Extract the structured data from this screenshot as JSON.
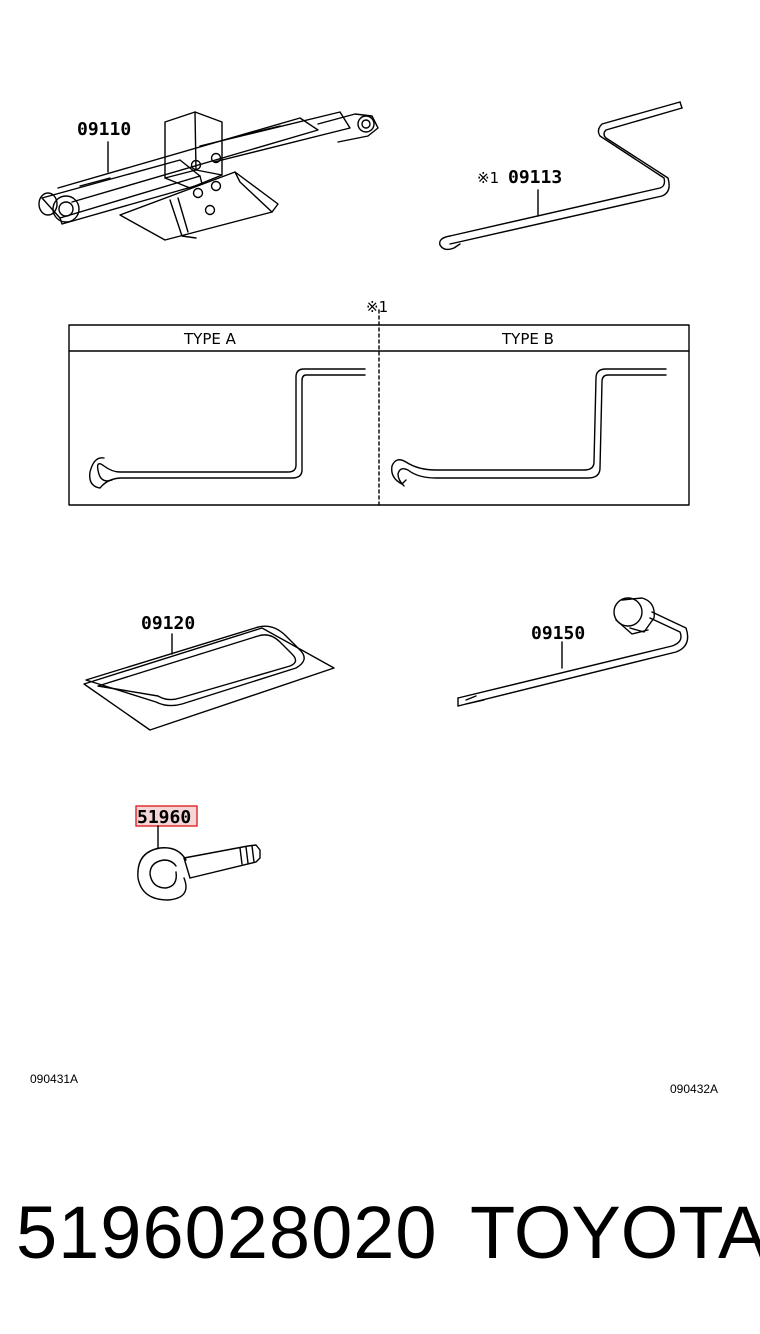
{
  "labels": {
    "jack": "09110",
    "handle_ref": "※1",
    "handle": "09113",
    "table_ref": "※1",
    "bag": "09120",
    "wrench": "09150",
    "hook": "51960"
  },
  "table": {
    "type_a": "TYPE A",
    "type_b": "TYPE B"
  },
  "codes": {
    "left": "090431A",
    "right": "090432A"
  },
  "footer": {
    "part_number": "5196028020",
    "brand": "TOYOTA"
  },
  "colors": {
    "highlight_border": "#e03030",
    "highlight_fill": "#f4d6d6"
  }
}
